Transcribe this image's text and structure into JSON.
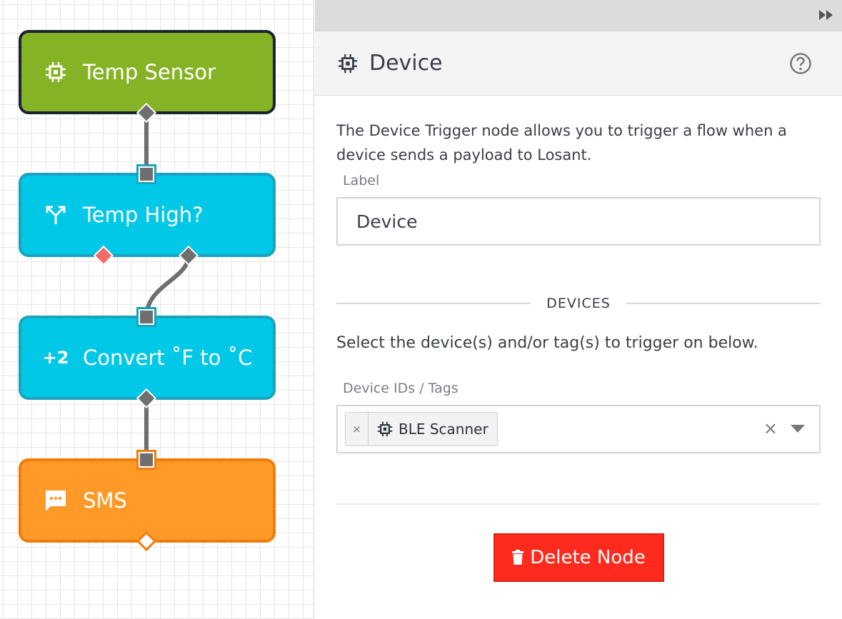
{
  "canvas": {
    "nodes": [
      {
        "label": "Temp Sensor",
        "icon": "chip-icon"
      },
      {
        "label": "Temp High?",
        "icon": "branch-icon"
      },
      {
        "label": "Convert ˚F to ˚C",
        "icon": "math-icon",
        "icon_text": "+2"
      },
      {
        "label": "SMS",
        "icon": "sms-icon"
      }
    ]
  },
  "panel": {
    "title": "Device",
    "description": "The Device Trigger node allows you to trigger a flow when a device sends a payload to Losant.",
    "label_field": {
      "label": "Label",
      "value": "Device"
    },
    "section_title": "DEVICES",
    "hint": "Select the device(s) and/or tag(s) to trigger on below.",
    "devices_field": {
      "label": "Device IDs / Tags",
      "selected": [
        {
          "name": "BLE Scanner",
          "remove": "×"
        }
      ],
      "clear": "×"
    },
    "delete_button": "Delete Node"
  },
  "colors": {
    "device": "#85b325",
    "logic": "#00c8e6",
    "output": "#ff9a28",
    "danger": "#ff2a1e"
  }
}
